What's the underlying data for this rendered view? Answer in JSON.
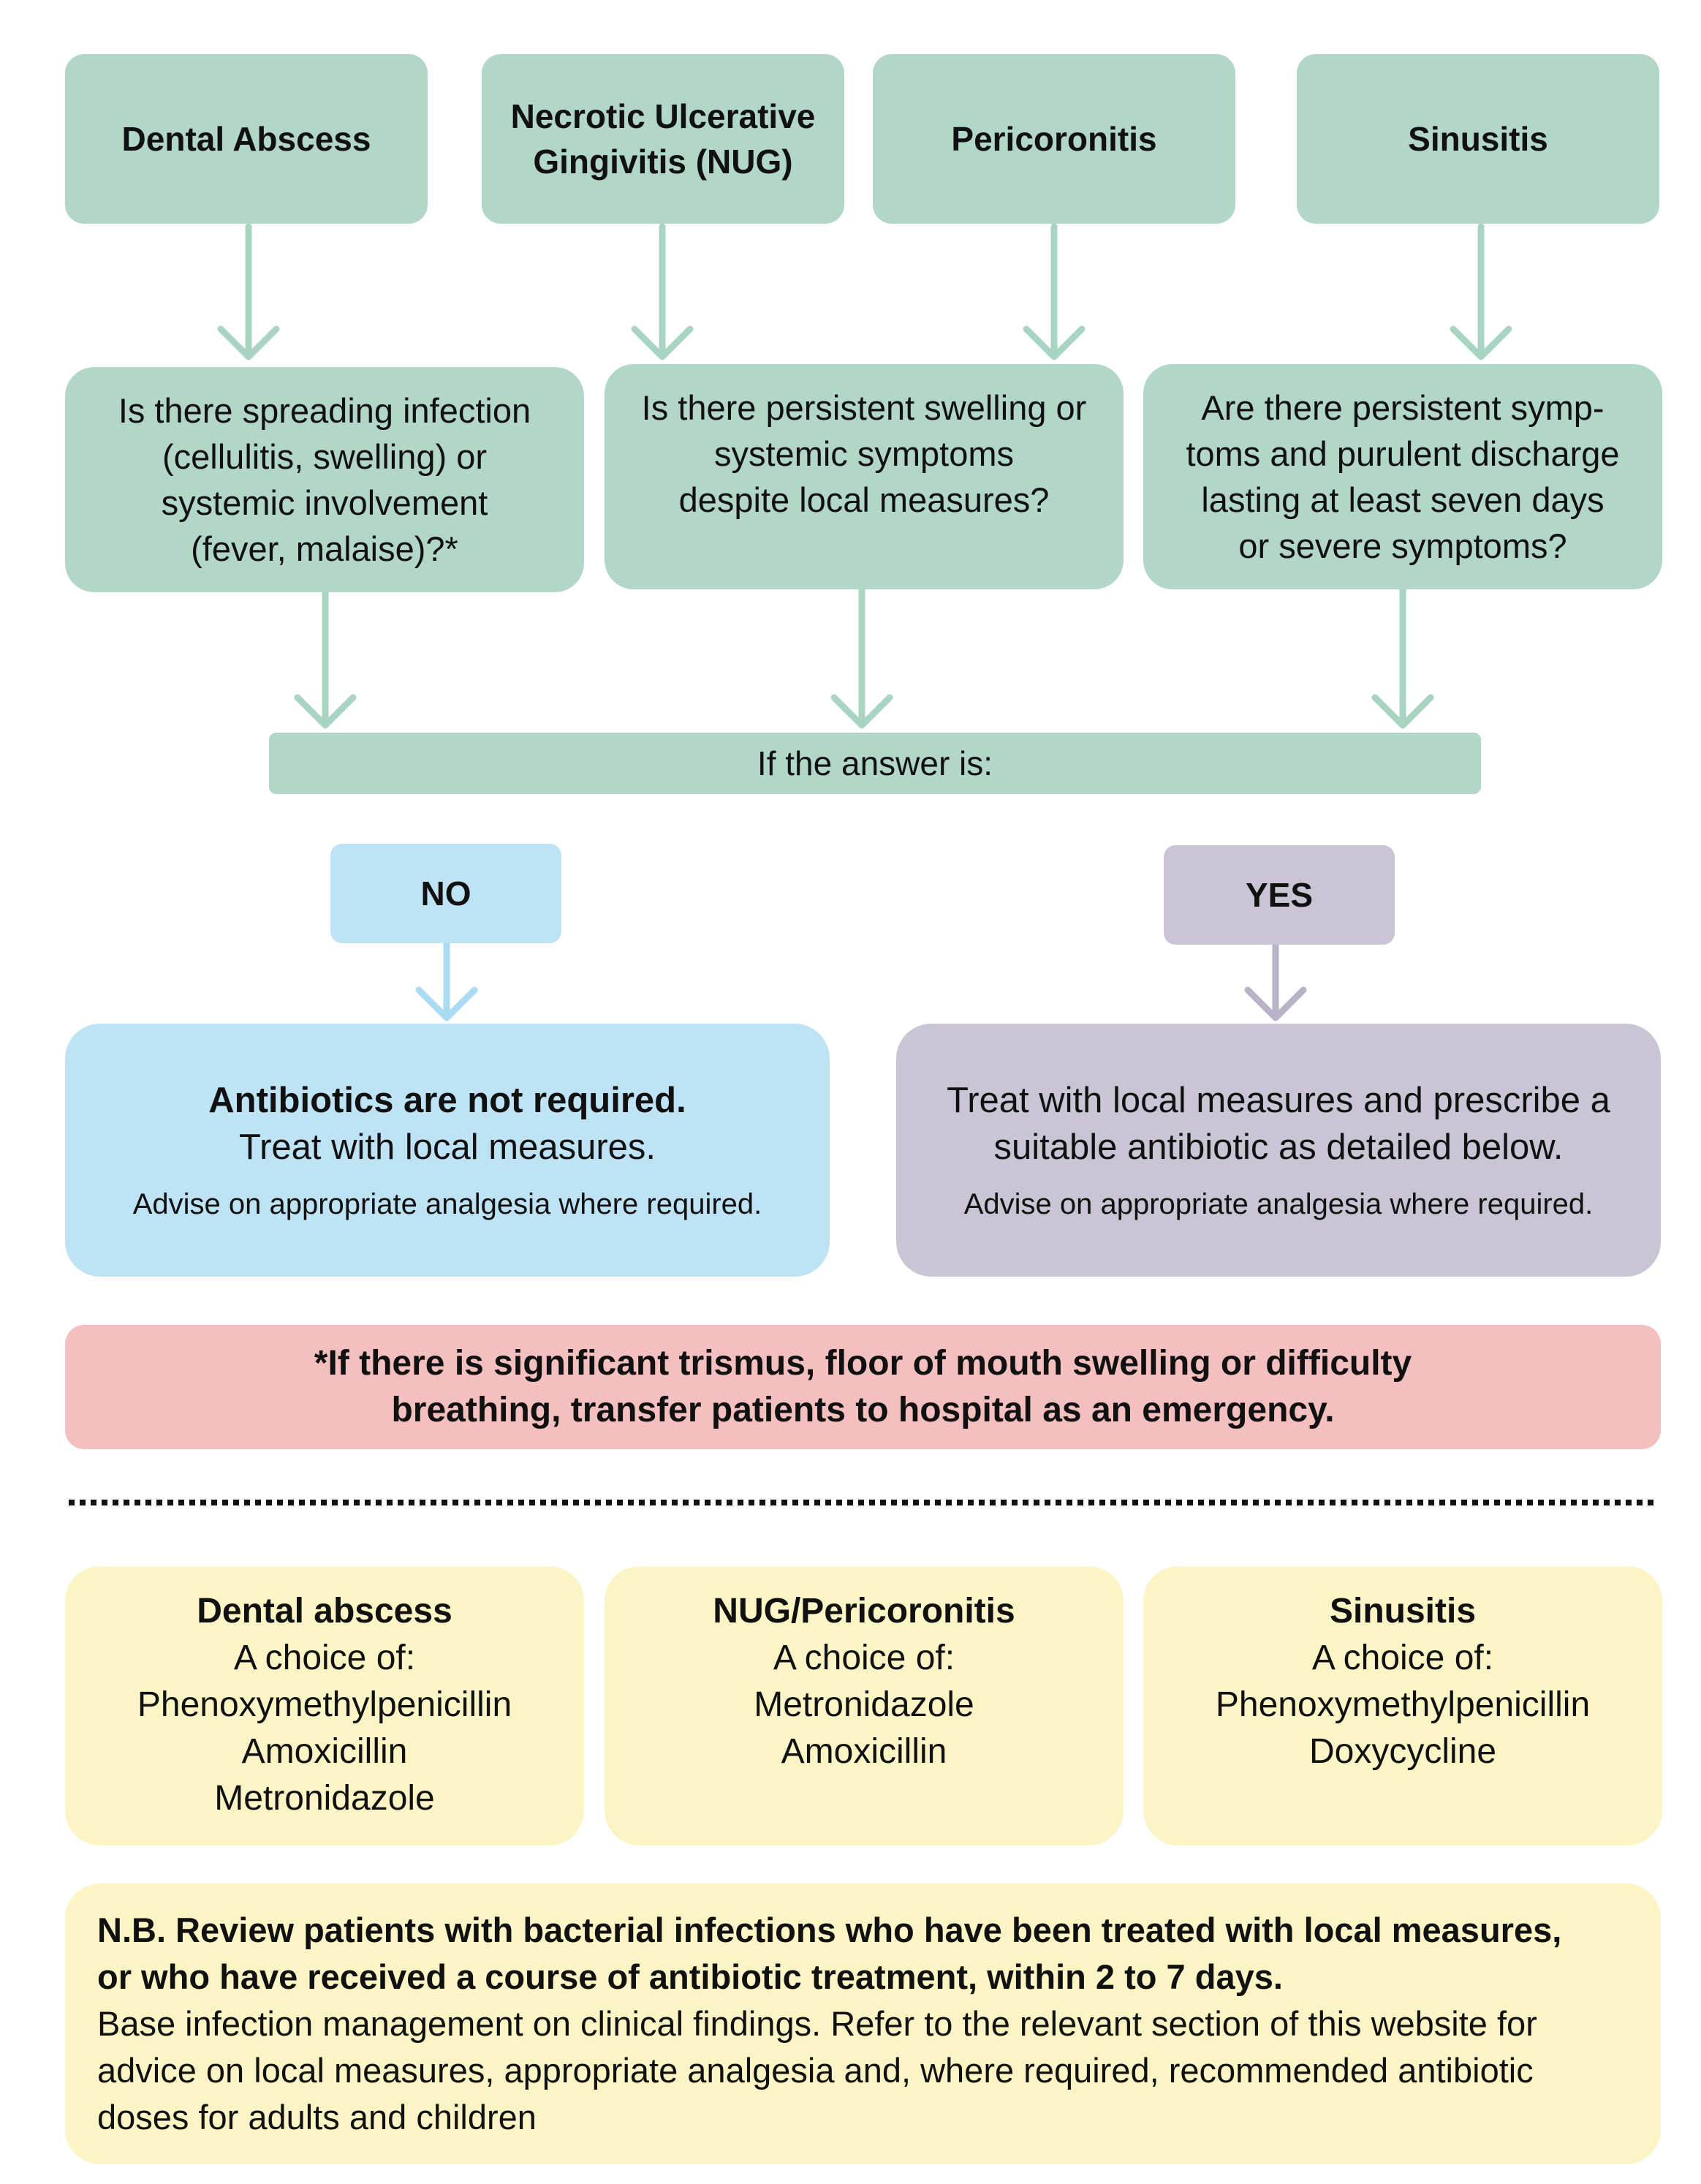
{
  "conditions": [
    {
      "lines": [
        "Dental Abscess"
      ]
    },
    {
      "lines": [
        "Necrotic Ulcerative",
        "Gingivitis (NUG)"
      ]
    },
    {
      "lines": [
        "Pericoronitis"
      ]
    },
    {
      "lines": [
        "Sinusitis"
      ]
    }
  ],
  "questions": [
    {
      "lines": [
        "Is there spreading infection",
        "(cellulitis, swelling) or",
        "systemic involvement",
        "(fever, malaise)?*"
      ]
    },
    {
      "lines": [
        "Is there persistent swelling or",
        "systemic symptoms",
        "despite local measures?"
      ]
    },
    {
      "lines": [
        "Are there persistent symp-",
        "toms and purulent discharge",
        "lasting at least seven days",
        "or severe symptoms?"
      ]
    }
  ],
  "answer_prompt": "If the answer is:",
  "no": {
    "label": "NO",
    "heading": "Antibiotics are not required.",
    "text": "Treat with local measures.",
    "note": "Advise on appropriate analgesia where required."
  },
  "yes": {
    "label": "YES",
    "lines": [
      "Treat with local measures and prescribe a",
      "suitable antibiotic as detailed below."
    ],
    "note": "Advise on appropriate analgesia where required."
  },
  "warning": {
    "lines": [
      "*If there is significant trismus, floor of mouth swelling or difficulty",
      "breathing, transfer patients to hospital as an emergency."
    ]
  },
  "antibiotics": [
    {
      "title": "Dental abscess",
      "subtitle": "A choice of:",
      "drugs": [
        "Phenoxymethylpenicillin",
        "Amoxicillin",
        "Metronidazole"
      ]
    },
    {
      "title": "NUG/Pericoronitis",
      "subtitle": "A choice of:",
      "drugs": [
        "Metronidazole",
        "Amoxicillin"
      ]
    },
    {
      "title": "Sinusitis",
      "subtitle": "A choice of:",
      "drugs": [
        "Phenoxymethylpenicillin",
        "Doxycycline"
      ]
    }
  ],
  "nb": {
    "bold_lines": [
      "N.B. Review patients with bacterial infections who have been treated with local measures,",
      "or who have received a course of antibiotic treatment, within 2 to 7 days."
    ],
    "lines": [
      "Base infection management on clinical findings. Refer to the relevant section of this website for",
      "advice on local measures, appropriate analgesia and, where required, recommended antibiotic",
      "doses for adults and children"
    ]
  },
  "colors": {
    "condition": "#b2d6c7",
    "arrow_green": "#a9d3c2",
    "no": "#bde3f5",
    "arrow_blue": "#a9dcf3",
    "yes": "#c9c5d4",
    "arrow_lilac": "#b8b3c8",
    "warning": "#f4bfbf",
    "antibiotic": "#fbf4c4"
  }
}
